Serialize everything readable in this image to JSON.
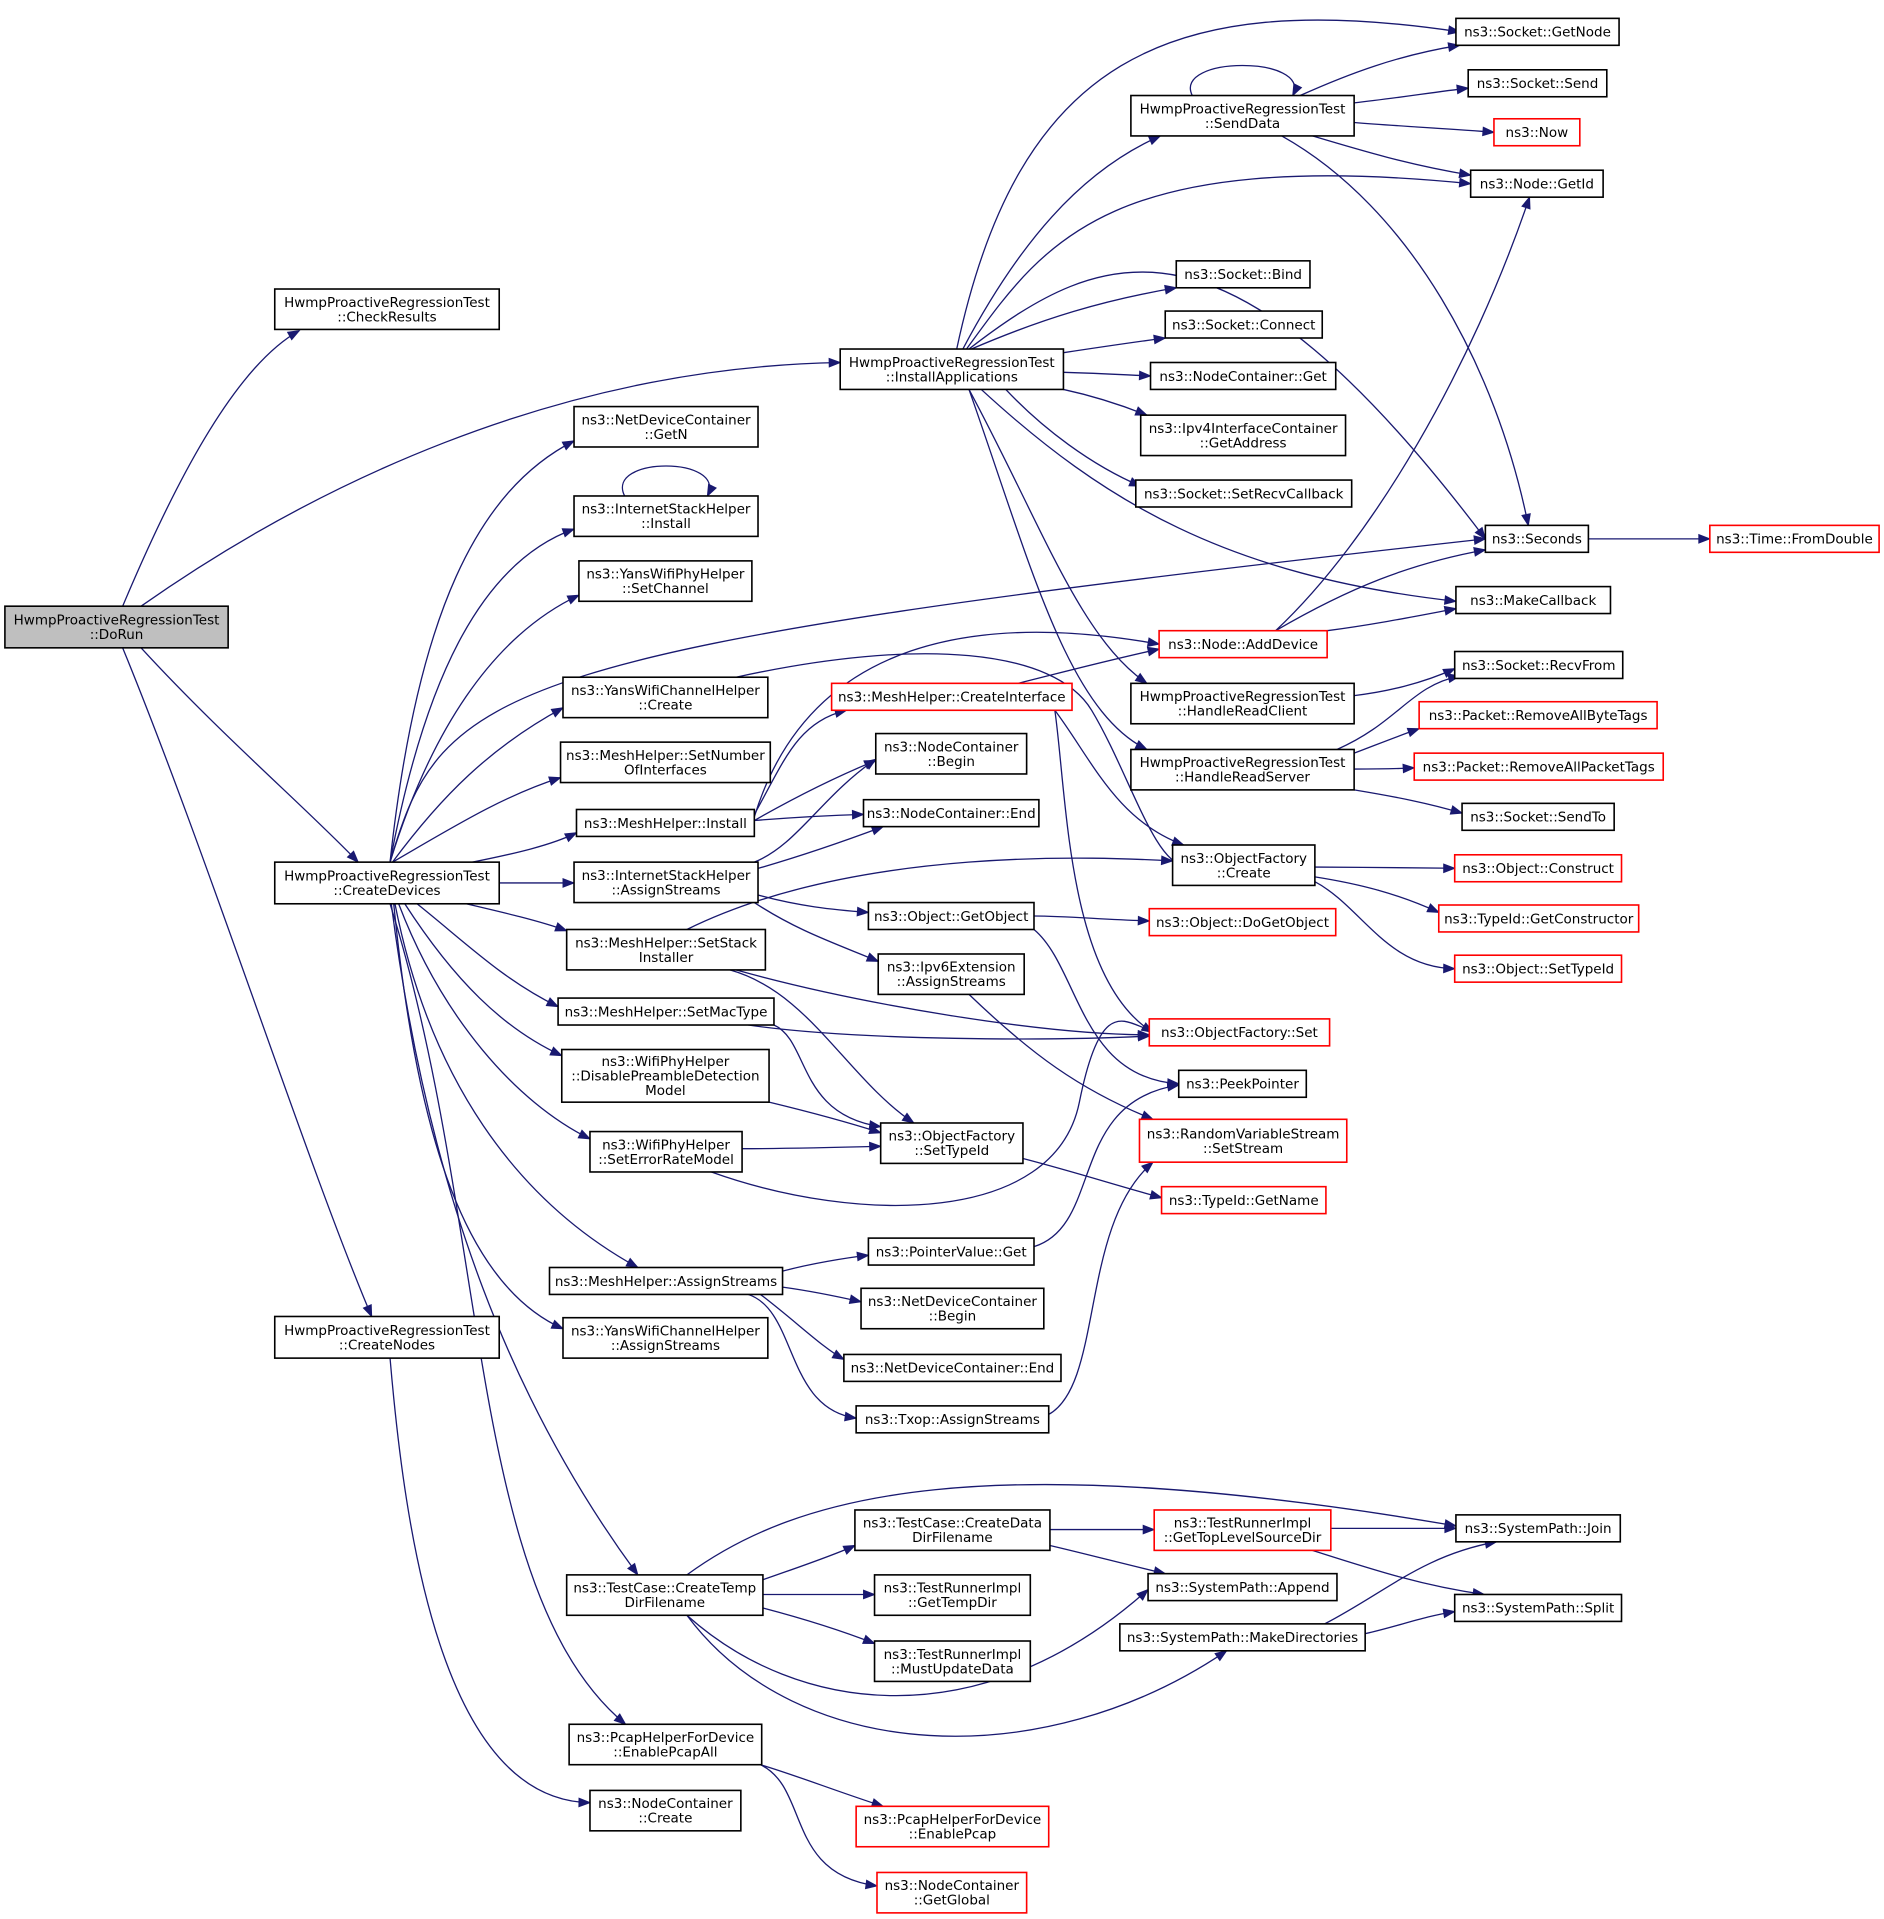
{
  "colors": {
    "edge": "#191970",
    "node_border_default": "#000000",
    "node_border_truncated": "#ff0000",
    "root_fill": "#bfbfbf",
    "node_fill": "#ffffff"
  },
  "nodes": [
    {
      "id": "dorun",
      "lines": [
        "HwmpProactiveRegressionTest",
        "::DoRun"
      ],
      "kind": "root"
    },
    {
      "id": "checkresults",
      "lines": [
        "HwmpProactiveRegressionTest",
        "::CheckResults"
      ],
      "kind": "normal"
    },
    {
      "id": "createdevices",
      "lines": [
        "HwmpProactiveRegressionTest",
        "::CreateDevices"
      ],
      "kind": "normal"
    },
    {
      "id": "createnodes",
      "lines": [
        "HwmpProactiveRegressionTest",
        "::CreateNodes"
      ],
      "kind": "normal"
    },
    {
      "id": "installapps",
      "lines": [
        "HwmpProactiveRegressionTest",
        "::InstallApplications"
      ],
      "kind": "normal"
    },
    {
      "id": "senddata",
      "lines": [
        "HwmpProactiveRegressionTest",
        "::SendData"
      ],
      "kind": "normal"
    },
    {
      "id": "handlereadclient",
      "lines": [
        "HwmpProactiveRegressionTest",
        "::HandleReadClient"
      ],
      "kind": "normal"
    },
    {
      "id": "handlereadserver",
      "lines": [
        "HwmpProactiveRegressionTest",
        "::HandleReadServer"
      ],
      "kind": "normal"
    },
    {
      "id": "socketgetnode",
      "lines": [
        "ns3::Socket::GetNode"
      ],
      "kind": "normal"
    },
    {
      "id": "socketsend",
      "lines": [
        "ns3::Socket::Send"
      ],
      "kind": "normal"
    },
    {
      "id": "now",
      "lines": [
        "ns3::Now"
      ],
      "kind": "truncated"
    },
    {
      "id": "nodegetid",
      "lines": [
        "ns3::Node::GetId"
      ],
      "kind": "normal"
    },
    {
      "id": "socketbind",
      "lines": [
        "ns3::Socket::Bind"
      ],
      "kind": "normal"
    },
    {
      "id": "socketconnect",
      "lines": [
        "ns3::Socket::Connect"
      ],
      "kind": "normal"
    },
    {
      "id": "nodecontainerget",
      "lines": [
        "ns3::NodeContainer::Get"
      ],
      "kind": "normal"
    },
    {
      "id": "ipv4getaddress",
      "lines": [
        "ns3::Ipv4InterfaceContainer",
        "::GetAddress"
      ],
      "kind": "normal"
    },
    {
      "id": "setrecvcallback",
      "lines": [
        "ns3::Socket::SetRecvCallback"
      ],
      "kind": "normal"
    },
    {
      "id": "seconds",
      "lines": [
        "ns3::Seconds"
      ],
      "kind": "normal"
    },
    {
      "id": "fromdouble",
      "lines": [
        "ns3::Time::FromDouble"
      ],
      "kind": "truncated"
    },
    {
      "id": "makecallback",
      "lines": [
        "ns3::MakeCallback"
      ],
      "kind": "normal"
    },
    {
      "id": "nodeadddevice",
      "lines": [
        "ns3::Node::AddDevice"
      ],
      "kind": "truncated"
    },
    {
      "id": "socketrecvfrom",
      "lines": [
        "ns3::Socket::RecvFrom"
      ],
      "kind": "normal"
    },
    {
      "id": "removeallbytetags",
      "lines": [
        "ns3::Packet::RemoveAllByteTags"
      ],
      "kind": "truncated"
    },
    {
      "id": "removeallpackettags",
      "lines": [
        "ns3::Packet::RemoveAllPacketTags"
      ],
      "kind": "truncated"
    },
    {
      "id": "socketsendto",
      "lines": [
        "ns3::Socket::SendTo"
      ],
      "kind": "normal"
    },
    {
      "id": "objectfactorycreate",
      "lines": [
        "ns3::ObjectFactory",
        "::Create"
      ],
      "kind": "normal"
    },
    {
      "id": "objectconstruct",
      "lines": [
        "ns3::Object::Construct"
      ],
      "kind": "truncated"
    },
    {
      "id": "typeidgetconstructor",
      "lines": [
        "ns3::TypeId::GetConstructor"
      ],
      "kind": "truncated"
    },
    {
      "id": "objectsettypeid",
      "lines": [
        "ns3::Object::SetTypeId"
      ],
      "kind": "truncated"
    },
    {
      "id": "netdevgetn",
      "lines": [
        "ns3::NetDeviceContainer",
        "::GetN"
      ],
      "kind": "normal"
    },
    {
      "id": "inetinstall",
      "lines": [
        "ns3::InternetStackHelper",
        "::Install"
      ],
      "kind": "normal"
    },
    {
      "id": "yanssetchannel",
      "lines": [
        "ns3::YansWifiPhyHelper",
        "::SetChannel"
      ],
      "kind": "normal"
    },
    {
      "id": "yanschannelcreate",
      "lines": [
        "ns3::YansWifiChannelHelper",
        "::Create"
      ],
      "kind": "normal"
    },
    {
      "id": "meshsetnumber",
      "lines": [
        "ns3::MeshHelper::SetNumber",
        "OfInterfaces"
      ],
      "kind": "normal"
    },
    {
      "id": "meshinstall",
      "lines": [
        "ns3::MeshHelper::Install"
      ],
      "kind": "normal"
    },
    {
      "id": "inetassignstreams",
      "lines": [
        "ns3::InternetStackHelper",
        "::AssignStreams"
      ],
      "kind": "normal"
    },
    {
      "id": "meshsetstack",
      "lines": [
        "ns3::MeshHelper::SetStack",
        "Installer"
      ],
      "kind": "normal"
    },
    {
      "id": "meshsetmactype",
      "lines": [
        "ns3::MeshHelper::SetMacType"
      ],
      "kind": "normal"
    },
    {
      "id": "wifidisable",
      "lines": [
        "ns3::WifiPhyHelper",
        "::DisablePreambleDetection",
        "Model"
      ],
      "kind": "normal"
    },
    {
      "id": "wifiseterror",
      "lines": [
        "ns3::WifiPhyHelper",
        "::SetErrorRateModel"
      ],
      "kind": "normal"
    },
    {
      "id": "meshassignstreams",
      "lines": [
        "ns3::MeshHelper::AssignStreams"
      ],
      "kind": "normal"
    },
    {
      "id": "yanschannelassign",
      "lines": [
        "ns3::YansWifiChannelHelper",
        "::AssignStreams"
      ],
      "kind": "normal"
    },
    {
      "id": "testcasecreatetemp",
      "lines": [
        "ns3::TestCase::CreateTemp",
        "DirFilename"
      ],
      "kind": "normal"
    },
    {
      "id": "pcapenableall",
      "lines": [
        "ns3::PcapHelperForDevice",
        "::EnablePcapAll"
      ],
      "kind": "normal"
    },
    {
      "id": "nodecontainercreate",
      "lines": [
        "ns3::NodeContainer",
        "::Create"
      ],
      "kind": "normal"
    },
    {
      "id": "meshcreateinterface",
      "lines": [
        "ns3::MeshHelper::CreateInterface"
      ],
      "kind": "truncated"
    },
    {
      "id": "nodecontainerbegin",
      "lines": [
        "ns3::NodeContainer",
        "::Begin"
      ],
      "kind": "normal"
    },
    {
      "id": "nodecontainerend",
      "lines": [
        "ns3::NodeContainer::End"
      ],
      "kind": "normal"
    },
    {
      "id": "objectgetobject",
      "lines": [
        "ns3::Object::GetObject"
      ],
      "kind": "normal"
    },
    {
      "id": "objectdogetobject",
      "lines": [
        "ns3::Object::DoGetObject"
      ],
      "kind": "truncated"
    },
    {
      "id": "ipv6assignstreams",
      "lines": [
        "ns3::Ipv6Extension",
        "::AssignStreams"
      ],
      "kind": "normal"
    },
    {
      "id": "objectfactoryset",
      "lines": [
        "ns3::ObjectFactory::Set"
      ],
      "kind": "truncated"
    },
    {
      "id": "peekpointer",
      "lines": [
        "ns3::PeekPointer"
      ],
      "kind": "normal"
    },
    {
      "id": "objectfactorysettypeid",
      "lines": [
        "ns3::ObjectFactory",
        "::SetTypeId"
      ],
      "kind": "normal"
    },
    {
      "id": "rvssetstream",
      "lines": [
        "ns3::RandomVariableStream",
        "::SetStream"
      ],
      "kind": "truncated"
    },
    {
      "id": "typeidgetname",
      "lines": [
        "ns3::TypeId::GetName"
      ],
      "kind": "truncated"
    },
    {
      "id": "pointervalueget",
      "lines": [
        "ns3::PointerValue::Get"
      ],
      "kind": "normal"
    },
    {
      "id": "netdevbegin",
      "lines": [
        "ns3::NetDeviceContainer",
        "::Begin"
      ],
      "kind": "normal"
    },
    {
      "id": "netdevend",
      "lines": [
        "ns3::NetDeviceContainer::End"
      ],
      "kind": "normal"
    },
    {
      "id": "txopassignstreams",
      "lines": [
        "ns3::Txop::AssignStreams"
      ],
      "kind": "normal"
    },
    {
      "id": "testcasecreatedata",
      "lines": [
        "ns3::TestCase::CreateData",
        "DirFilename"
      ],
      "kind": "normal"
    },
    {
      "id": "testrunnergettopsource",
      "lines": [
        "ns3::TestRunnerImpl",
        "::GetTopLevelSourceDir"
      ],
      "kind": "truncated"
    },
    {
      "id": "systempathjoin",
      "lines": [
        "ns3::SystemPath::Join"
      ],
      "kind": "normal"
    },
    {
      "id": "testrunnergettempdir",
      "lines": [
        "ns3::TestRunnerImpl",
        "::GetTempDir"
      ],
      "kind": "normal"
    },
    {
      "id": "systempathappend",
      "lines": [
        "ns3::SystemPath::Append"
      ],
      "kind": "normal"
    },
    {
      "id": "systempathsplit",
      "lines": [
        "ns3::SystemPath::Split"
      ],
      "kind": "normal"
    },
    {
      "id": "systempathmakedirs",
      "lines": [
        "ns3::SystemPath::MakeDirectories"
      ],
      "kind": "normal"
    },
    {
      "id": "testrunnermustupdate",
      "lines": [
        "ns3::TestRunnerImpl",
        "::MustUpdateData"
      ],
      "kind": "normal"
    },
    {
      "id": "pcapenablepcap",
      "lines": [
        "ns3::PcapHelperForDevice",
        "::EnablePcap"
      ],
      "kind": "truncated"
    },
    {
      "id": "nodecontainerglobal",
      "lines": [
        "ns3::NodeContainer",
        "::GetGlobal"
      ],
      "kind": "truncated"
    }
  ],
  "edges": [
    [
      "dorun",
      "checkresults"
    ],
    [
      "dorun",
      "installapps"
    ],
    [
      "dorun",
      "createdevices"
    ],
    [
      "dorun",
      "createnodes"
    ],
    [
      "installapps",
      "socketgetnode"
    ],
    [
      "installapps",
      "senddata"
    ],
    [
      "installapps",
      "nodegetid"
    ],
    [
      "installapps",
      "seconds"
    ],
    [
      "installapps",
      "socketbind"
    ],
    [
      "installapps",
      "socketconnect"
    ],
    [
      "installapps",
      "nodecontainerget"
    ],
    [
      "installapps",
      "ipv4getaddress"
    ],
    [
      "installapps",
      "setrecvcallback"
    ],
    [
      "installapps",
      "makecallback"
    ],
    [
      "installapps",
      "handlereadclient"
    ],
    [
      "installapps",
      "handlereadserver"
    ],
    [
      "senddata",
      "senddata"
    ],
    [
      "senddata",
      "socketgetnode"
    ],
    [
      "senddata",
      "socketsend"
    ],
    [
      "senddata",
      "now"
    ],
    [
      "senddata",
      "nodegetid"
    ],
    [
      "senddata",
      "seconds"
    ],
    [
      "seconds",
      "fromdouble"
    ],
    [
      "nodeadddevice",
      "nodegetid"
    ],
    [
      "nodeadddevice",
      "seconds"
    ],
    [
      "nodeadddevice",
      "makecallback"
    ],
    [
      "handlereadclient",
      "socketrecvfrom"
    ],
    [
      "handlereadserver",
      "socketrecvfrom"
    ],
    [
      "handlereadserver",
      "removeallbytetags"
    ],
    [
      "handlereadserver",
      "removeallpackettags"
    ],
    [
      "handlereadserver",
      "socketsendto"
    ],
    [
      "objectfactorycreate",
      "objectconstruct"
    ],
    [
      "objectfactorycreate",
      "typeidgetconstructor"
    ],
    [
      "objectfactorycreate",
      "objectsettypeid"
    ],
    [
      "createdevices",
      "netdevgetn"
    ],
    [
      "createdevices",
      "inetinstall"
    ],
    [
      "createdevices",
      "yanssetchannel"
    ],
    [
      "createdevices",
      "seconds"
    ],
    [
      "createdevices",
      "yanschannelcreate"
    ],
    [
      "createdevices",
      "meshsetnumber"
    ],
    [
      "createdevices",
      "meshinstall"
    ],
    [
      "createdevices",
      "inetassignstreams"
    ],
    [
      "createdevices",
      "meshsetstack"
    ],
    [
      "createdevices",
      "meshsetmactype"
    ],
    [
      "createdevices",
      "wifidisable"
    ],
    [
      "createdevices",
      "wifiseterror"
    ],
    [
      "createdevices",
      "meshassignstreams"
    ],
    [
      "createdevices",
      "yanschannelassign"
    ],
    [
      "createdevices",
      "testcasecreatetemp"
    ],
    [
      "createdevices",
      "pcapenableall"
    ],
    [
      "inetinstall",
      "inetinstall"
    ],
    [
      "yanschannelcreate",
      "objectfactorycreate"
    ],
    [
      "meshinstall",
      "nodeadddevice"
    ],
    [
      "meshinstall",
      "meshcreateinterface"
    ],
    [
      "meshinstall",
      "nodecontainerbegin"
    ],
    [
      "meshinstall",
      "nodecontainerend"
    ],
    [
      "meshcreateinterface",
      "nodeadddevice"
    ],
    [
      "meshcreateinterface",
      "objectfactorycreate"
    ],
    [
      "meshcreateinterface",
      "objectfactoryset"
    ],
    [
      "inetassignstreams",
      "nodecontainerbegin"
    ],
    [
      "inetassignstreams",
      "nodecontainerend"
    ],
    [
      "inetassignstreams",
      "objectgetobject"
    ],
    [
      "inetassignstreams",
      "ipv6assignstreams"
    ],
    [
      "objectgetobject",
      "objectdogetobject"
    ],
    [
      "objectgetobject",
      "peekpointer"
    ],
    [
      "ipv6assignstreams",
      "rvssetstream"
    ],
    [
      "meshsetstack",
      "objectfactorycreate"
    ],
    [
      "meshsetstack",
      "objectfactoryset"
    ],
    [
      "meshsetstack",
      "objectfactorysettypeid"
    ],
    [
      "meshsetmactype",
      "objectfactoryset"
    ],
    [
      "meshsetmactype",
      "objectfactorysettypeid"
    ],
    [
      "wifidisable",
      "objectfactorysettypeid"
    ],
    [
      "wifiseterror",
      "objectfactorysettypeid"
    ],
    [
      "wifiseterror",
      "objectfactoryset"
    ],
    [
      "objectfactorysettypeid",
      "typeidgetname"
    ],
    [
      "meshassignstreams",
      "pointervalueget"
    ],
    [
      "meshassignstreams",
      "netdevbegin"
    ],
    [
      "meshassignstreams",
      "netdevend"
    ],
    [
      "meshassignstreams",
      "txopassignstreams"
    ],
    [
      "pointervalueget",
      "peekpointer"
    ],
    [
      "txopassignstreams",
      "rvssetstream"
    ],
    [
      "testcasecreatetemp",
      "systempathjoin"
    ],
    [
      "testcasecreatetemp",
      "testcasecreatedata"
    ],
    [
      "testcasecreatetemp",
      "testrunnergettempdir"
    ],
    [
      "testcasecreatetemp",
      "testrunnermustupdate"
    ],
    [
      "testcasecreatetemp",
      "systempathappend"
    ],
    [
      "testcasecreatetemp",
      "systempathmakedirs"
    ],
    [
      "testcasecreatedata",
      "testrunnergettopsource"
    ],
    [
      "testcasecreatedata",
      "systempathappend"
    ],
    [
      "testrunnergettopsource",
      "systempathjoin"
    ],
    [
      "testrunnergettopsource",
      "systempathsplit"
    ],
    [
      "systempathmakedirs",
      "systempathjoin"
    ],
    [
      "systempathmakedirs",
      "systempathsplit"
    ],
    [
      "pcapenableall",
      "pcapenablepcap"
    ],
    [
      "pcapenableall",
      "nodecontainerglobal"
    ],
    [
      "createnodes",
      "nodecontainercreate"
    ]
  ]
}
